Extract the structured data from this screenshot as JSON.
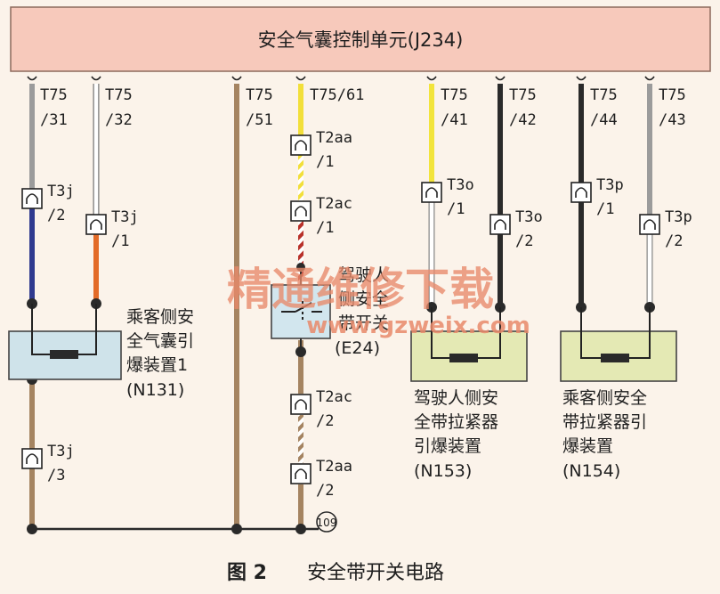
{
  "control_unit": {
    "label": "安全气囊控制单元(J234)"
  },
  "wires": {
    "w1": {
      "code": "T75",
      "pin": "/31",
      "color": "#9b9b9b",
      "lower_color": "#2f3a8f"
    },
    "w2": {
      "code": "T75",
      "pin": "/32",
      "color": "#ffffff",
      "lower_color": "#e36b28"
    },
    "w3": {
      "code": "T75",
      "pin": "/51",
      "color": "#a58461"
    },
    "w4": {
      "label": "T75/61",
      "color": "#f2df3a",
      "mid_color": "#b8312a",
      "lower_color": "#a58461"
    },
    "w5": {
      "code": "T75",
      "pin": "/41",
      "color": "#f2e43c"
    },
    "w6": {
      "code": "T75",
      "pin": "/42",
      "color": "#2a2a2a"
    },
    "w7": {
      "code": "T75",
      "pin": "/44",
      "color": "#2a2a2a"
    },
    "w8": {
      "code": "T75",
      "pin": "/43",
      "color": "#9b9b9b"
    }
  },
  "connectors": [
    {
      "id": "T3j_2",
      "code": "T3j",
      "pin": "/2"
    },
    {
      "id": "T3j_1",
      "code": "T3j",
      "pin": "/1"
    },
    {
      "id": "T2aa_1",
      "code": "T2aa",
      "pin": "/1"
    },
    {
      "id": "T2ac_1",
      "code": "T2ac",
      "pin": "/1"
    },
    {
      "id": "T3o_1",
      "code": "T3o",
      "pin": "/1"
    },
    {
      "id": "T3o_2",
      "code": "T3o",
      "pin": "/2"
    },
    {
      "id": "T3p_1",
      "code": "T3p",
      "pin": "/1"
    },
    {
      "id": "T3p_2",
      "code": "T3p",
      "pin": "/2"
    },
    {
      "id": "T3j_3",
      "code": "T3j",
      "pin": "/3"
    },
    {
      "id": "T2ac_2",
      "code": "T2ac",
      "pin": "/2"
    },
    {
      "id": "T2aa_2",
      "code": "T2aa",
      "pin": "/2"
    }
  ],
  "components": {
    "n131": {
      "lines": [
        "乘客侧安",
        "全气囊引",
        "爆装置1",
        "(N131)"
      ],
      "color": "#cfe3ea"
    },
    "e24": {
      "lines": [
        "驾驶人",
        "侧安全",
        "带开关",
        "(E24)"
      ],
      "color": "#d2e6ee"
    },
    "n153": {
      "lines": [
        "驾驶人侧安",
        "全带拉紧器",
        "引爆装置",
        "(N153)"
      ],
      "color": "#e4e9b4"
    },
    "n154": {
      "lines": [
        "乘客侧安全",
        "带拉紧器引",
        "爆装置",
        "(N154)"
      ],
      "color": "#e4e9b4"
    }
  },
  "ground": {
    "label": "109"
  },
  "watermark": {
    "text": "精通维修下载",
    "url": "www.gzweix.com"
  },
  "caption": {
    "figure": "图 2",
    "title": "安全带开关电路"
  }
}
